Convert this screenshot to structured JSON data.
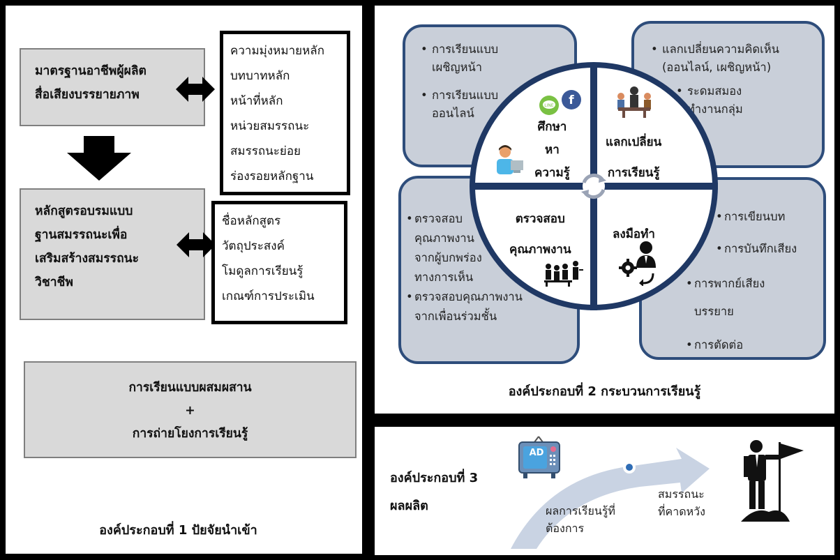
{
  "component1": {
    "standard_box": [
      "มาตรฐานอาชีพผู้ผลิต",
      "สื่อเสียงบรรยายภาพ"
    ],
    "standard_details": [
      "ความมุ่งหมายหลัก",
      "บทบาทหลัก",
      "หน้าที่หลัก",
      "หน่วยสมรรถนะ",
      "สมรรถนะย่อย",
      "ร่องรอยหลักฐาน"
    ],
    "curriculum_box": [
      "หลักสูตรอบรมแบบ",
      "ฐานสมรรถนะเพื่อ",
      "เสริมสร้างสมรรถนะ",
      "วิชาชีพ"
    ],
    "curriculum_details": [
      "ชื่อหลักสูตร",
      "วัตถุประสงค์",
      "โมดูลการเรียนรู้",
      "เกณฑ์การประเมิน"
    ],
    "blend_line1": "การเรียนแบบผสมผสาน",
    "blend_plus": "+",
    "blend_line2": "การถ่ายโยงการเรียนรู้",
    "caption": "องค์ประกอบที่ 1 ปัยจัยนำเข้า"
  },
  "component2": {
    "study_bubble": [
      "การเรียนแบบ",
      "เผชิญหน้า",
      "การเรียนแบบ",
      "ออนไลน์"
    ],
    "exchange_bubble": [
      "แลกเปลี่ยนความคิดเห็น",
      "(ออนไลน์, เผชิญหน้า)",
      "ระดมสมอง",
      "ทำงานกลุ่ม"
    ],
    "check_bubble": [
      "ตรวจสอบ",
      "คุณภาพงาน",
      "จากผู้บกพร่อง",
      "ทางการเห็น",
      "ตรวจสอบคุณภาพงาน",
      "จากเพื่อนร่วมชั้น"
    ],
    "practice_bubble": [
      "การเขียนบท",
      "การบันทึกเสียง",
      "การพากย์เสียง",
      "บรรยาย",
      "การตัดต่อ"
    ],
    "quadrant_study": [
      "ศึกษา",
      "หา",
      "ความรู้"
    ],
    "quadrant_exchange": [
      "แลกเปลี่ยน",
      "การเรียนรู้"
    ],
    "quadrant_check": [
      "ตรวจสอบ",
      "คุณภาพงาน"
    ],
    "quadrant_practice": "ลงมือทำ",
    "caption": "องค์ประกอบที่ 2 กระบวนการเรียนรู้"
  },
  "component3": {
    "title": [
      "องค์ประกอบที่ 3",
      "ผลผลิต"
    ],
    "outcome": [
      "ผลการเรียนรู้ที่",
      "ต้องการ"
    ],
    "competency": [
      "สมรรถนะ",
      "ที่คาดหวัง"
    ],
    "ad_badge": "AD"
  },
  "icons": [
    "bidirectional-arrow-icon",
    "down-arrow-icon",
    "line-icon",
    "facebook-icon",
    "online-learner-icon",
    "meeting-icon",
    "group-discussion-icon",
    "worker-gear-icon",
    "cycle-arrows-icon",
    "ad-tv-icon",
    "success-flag-icon"
  ],
  "colors": {
    "bubble_fill": "#c9cfd9",
    "bubble_border": "#2e4d7b",
    "circle_border": "#1f3864",
    "grey_box": "#d9d9d9"
  }
}
